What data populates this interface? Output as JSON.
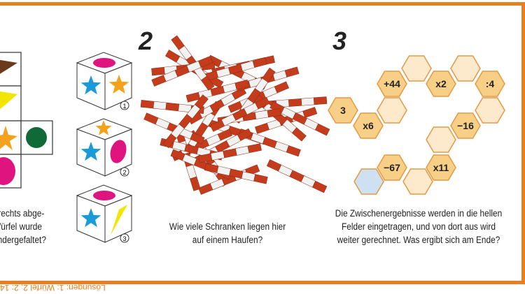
{
  "puzzle1": {
    "caption": [
      "r rechts abge-",
      "Würfel wurde",
      "andergefaltet?"
    ],
    "cube_labels": [
      "1",
      "2",
      "3"
    ]
  },
  "puzzle2": {
    "number": "2",
    "caption": [
      "Wie viele Schranken liegen hier",
      "auf einem Haufen?"
    ]
  },
  "puzzle3": {
    "number": "3",
    "caption": [
      "Die Zwischenergebnisse werden in die hellen",
      "Felder eingetragen, und von dort aus wird",
      "weiter gerechnet. Was ergibt sich am Ende?"
    ],
    "cells": [
      "3",
      "x6",
      "",
      "+44",
      "",
      "x2",
      "",
      ":4",
      "",
      "−16",
      "",
      "x11",
      "",
      "−67",
      ""
    ]
  },
  "footer": "Lösungen: 1: Würfel 2, 2: 14",
  "colors": {
    "frame": "#e97e1f",
    "hex_dark": "#f7cf86",
    "hex_light": "#fde9cc",
    "hex_end": "#cfe0f2"
  }
}
